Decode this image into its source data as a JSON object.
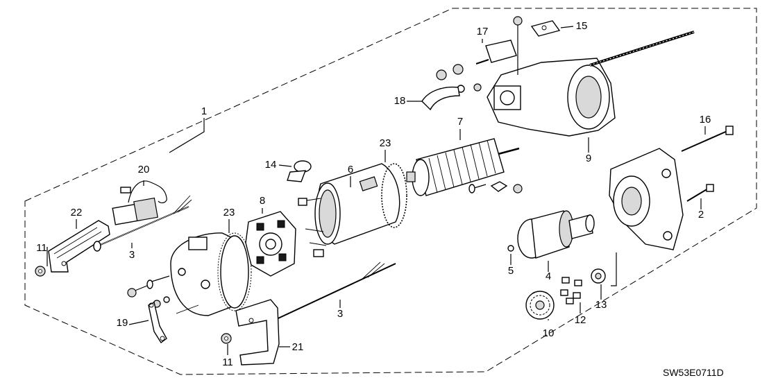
{
  "diagram": {
    "drawing_code": "SW53E0711D",
    "callouts": [
      {
        "id": "c1",
        "text": "1"
      },
      {
        "id": "c2",
        "text": "2"
      },
      {
        "id": "c3a",
        "text": "3"
      },
      {
        "id": "c3b",
        "text": "3"
      },
      {
        "id": "c4",
        "text": "4"
      },
      {
        "id": "c5",
        "text": "5"
      },
      {
        "id": "c6",
        "text": "6"
      },
      {
        "id": "c7",
        "text": "7"
      },
      {
        "id": "c8",
        "text": "8"
      },
      {
        "id": "c9",
        "text": "9"
      },
      {
        "id": "c10",
        "text": "10"
      },
      {
        "id": "c11a",
        "text": "11"
      },
      {
        "id": "c11b",
        "text": "11"
      },
      {
        "id": "c12",
        "text": "12"
      },
      {
        "id": "c13",
        "text": "13"
      },
      {
        "id": "c14",
        "text": "14"
      },
      {
        "id": "c15",
        "text": "15"
      },
      {
        "id": "c16",
        "text": "16"
      },
      {
        "id": "c17",
        "text": "17"
      },
      {
        "id": "c18",
        "text": "18"
      },
      {
        "id": "c19",
        "text": "19"
      },
      {
        "id": "c20",
        "text": "20"
      },
      {
        "id": "c21",
        "text": "21"
      },
      {
        "id": "c22",
        "text": "22"
      },
      {
        "id": "c23a",
        "text": "23"
      },
      {
        "id": "c23b",
        "text": "23"
      }
    ]
  }
}
